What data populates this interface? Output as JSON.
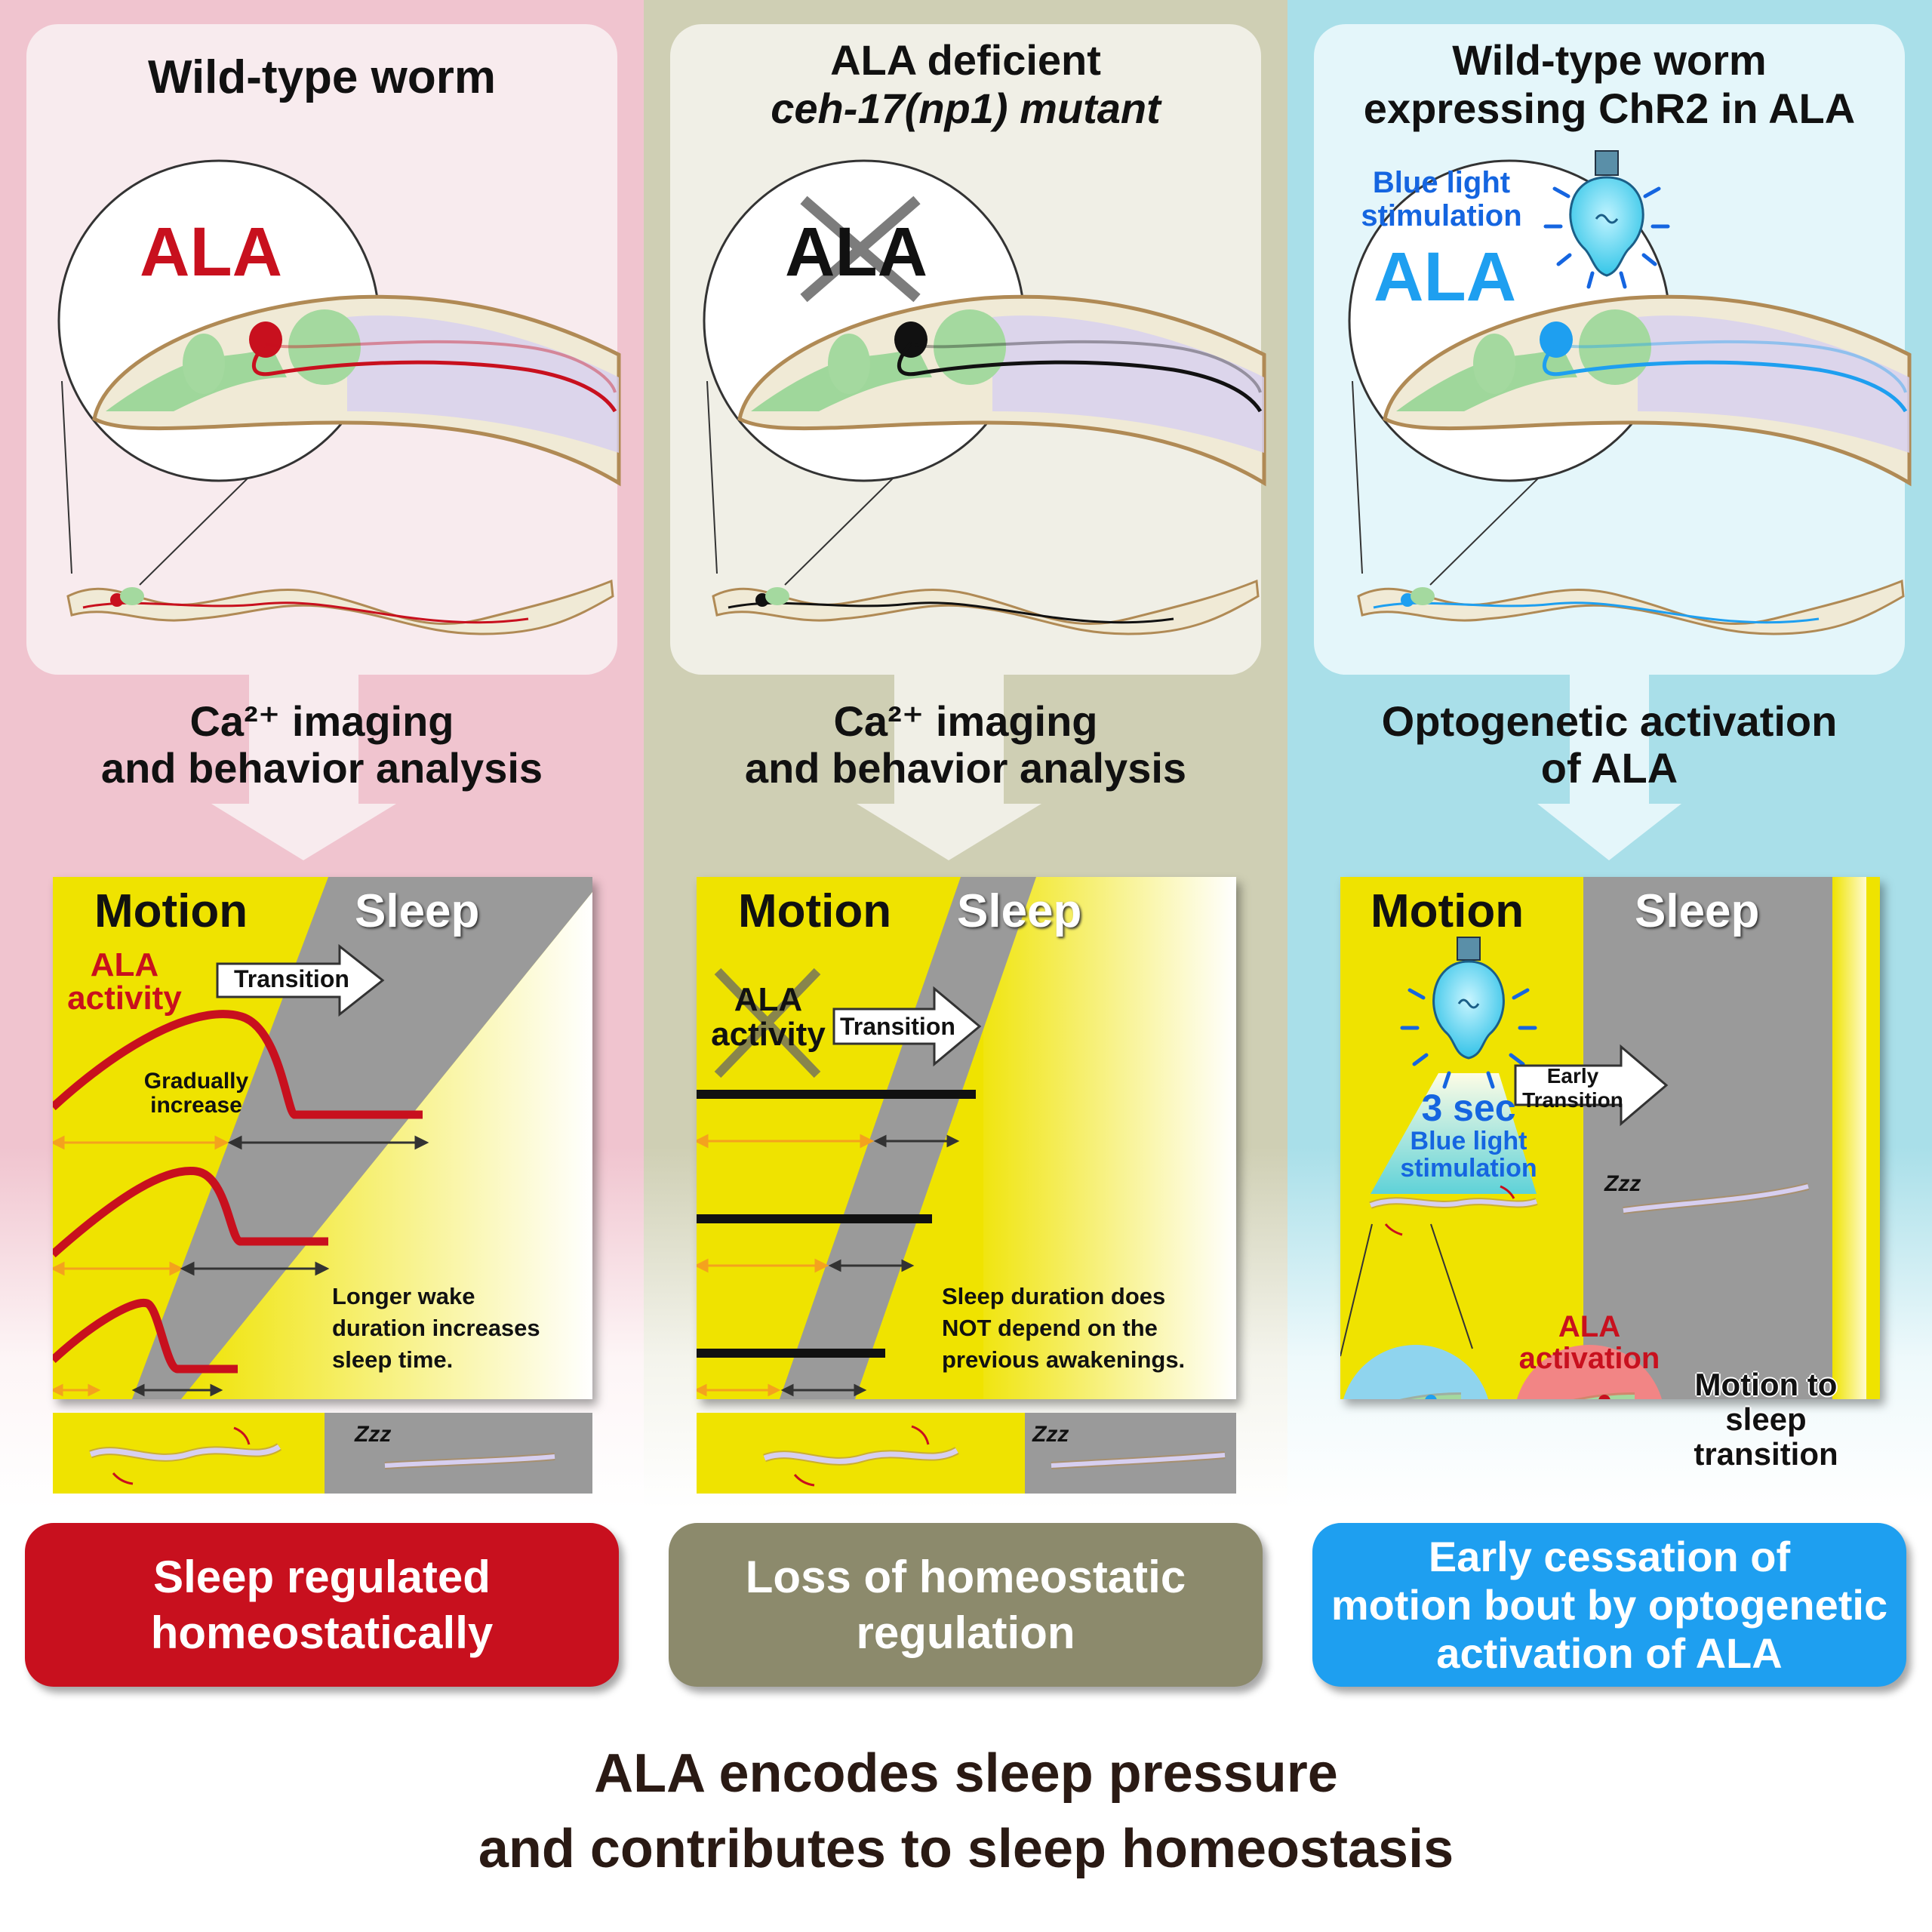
{
  "colors": {
    "col1_bg": "#f0c4cf",
    "col2_bg": "#cfcfb4",
    "col3_bg": "#a9dfe9",
    "alert_red": "#c8101e",
    "olive": "#8c8a6c",
    "blue": "#1e9ff0",
    "yellow": "#efe300",
    "gray": "#9a9a9a"
  },
  "columns": [
    {
      "title_lines": [
        "Wild-type worm"
      ],
      "ala_label": "ALA",
      "method_lines": [
        "Ca²⁺ imaging",
        "and behavior analysis"
      ],
      "result_lines": [
        "Sleep regulated",
        "homeostatically"
      ],
      "panel": {
        "motion": "Motion",
        "sleep": "Sleep",
        "ala_activity": [
          "ALA",
          "activity"
        ],
        "transition": "Transition",
        "gradually": [
          "Gradually",
          "increase"
        ],
        "note": [
          "Longer wake",
          "duration increases",
          "sleep time."
        ]
      },
      "zzz": "Zzz"
    },
    {
      "title_lines": [
        "ALA deficient",
        "ceh-17(np1) mutant"
      ],
      "ala_label": "ALA",
      "method_lines": [
        "Ca²⁺ imaging",
        "and behavior analysis"
      ],
      "result_lines": [
        "Loss of homeostatic",
        "regulation"
      ],
      "panel": {
        "motion": "Motion",
        "sleep": "Sleep",
        "ala_activity": [
          "ALA",
          "activity"
        ],
        "transition": "Transition",
        "note": [
          "Sleep duration does",
          "NOT depend on the",
          "previous awakenings."
        ]
      },
      "zzz": "Zzz"
    },
    {
      "title_lines": [
        "Wild-type worm",
        "expressing ChR2 in ALA"
      ],
      "blue_light_lines": [
        "Blue light",
        "stimulation"
      ],
      "ala_label": "ALA",
      "method_lines": [
        "Optogenetic activation",
        "of ALA"
      ],
      "result_lines": [
        "Early cessation of",
        "motion bout by optogenetic",
        "activation of ALA"
      ],
      "panel": {
        "motion": "Motion",
        "sleep": "Sleep",
        "early_transition": [
          "Early",
          "Transition"
        ],
        "stim": [
          "3 sec",
          "Blue light",
          "stimulation"
        ],
        "ala_activation": [
          "ALA",
          "activation"
        ],
        "motion_to_sleep": [
          "Motion to",
          "sleep",
          "transition"
        ]
      },
      "zzz": "Zzz"
    }
  ],
  "conclusion_lines": [
    "ALA encodes sleep pressure",
    "and contributes to sleep homeostasis"
  ]
}
